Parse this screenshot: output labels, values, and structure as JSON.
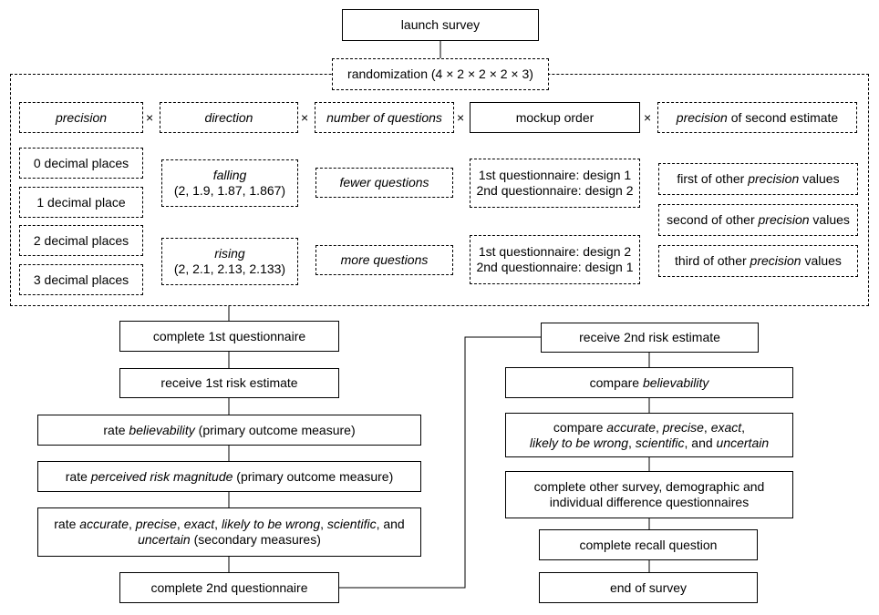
{
  "launch": "launch survey",
  "randomization": "randomization (4 × 2 × 2 × 2 × 3)",
  "times_symbol": "×",
  "factors": {
    "precision": "precision",
    "direction": "direction",
    "number_of_questions": "number of questions",
    "mockup_order": "mockup order",
    "second_estimate_italic": "precision",
    "second_estimate_rest": " of second estimate"
  },
  "precision_levels": [
    "0 decimal places",
    "1 decimal place",
    "2 decimal places",
    "3 decimal places"
  ],
  "direction_levels": {
    "falling_label": "falling",
    "falling_values": "(2, 1.9, 1.87, 1.867)",
    "rising_label": "rising",
    "rising_values": "(2, 2.1, 2.13, 2.133)"
  },
  "question_levels": [
    "fewer questions",
    "more questions"
  ],
  "mockup_levels": {
    "a_line1": "1st questionnaire: design 1",
    "a_line2": "2nd questionnaire: design 2",
    "b_line1": "1st questionnaire: design 2",
    "b_line2": "2nd questionnaire: design 1"
  },
  "second_estimate_levels": {
    "first_pre": "first of other ",
    "second_pre": "second of other ",
    "third_pre": "third of other ",
    "precision": "precision",
    "post": " values"
  },
  "left_flow": {
    "complete_1st": "complete 1st questionnaire",
    "receive_1st": "receive 1st risk estimate",
    "rate_pre": "rate ",
    "believability": "believability",
    "primary_suffix": " (primary outcome measure)",
    "perceived_risk": "perceived risk magnitude",
    "accurate": "accurate",
    "precise": "precise",
    "exact": "exact",
    "likely_wrong": "likely to be wrong",
    "scientific": "scientific",
    "uncertain": "uncertain",
    "comma": ", ",
    "comma_and": ", and",
    "secondary_suffix": " (secondary measures)",
    "complete_2nd": "complete 2nd questionnaire"
  },
  "right_flow": {
    "receive_2nd": "receive 2nd risk estimate",
    "compare_pre": "compare ",
    "comma_and": ", and ",
    "demo_line1": "complete other survey, demographic and",
    "demo_line2": "individual difference questionnaires",
    "recall": "complete recall question",
    "end": "end of survey"
  }
}
